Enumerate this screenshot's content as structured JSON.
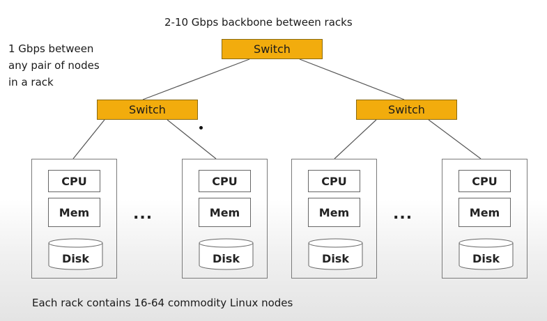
{
  "captions": {
    "backbone": "2-10 Gbps backbone between racks",
    "rack_link": [
      "1 Gbps between",
      "any pair of nodes",
      "in a rack"
    ],
    "rack_size": "Each rack contains 16-64 commodity Linux nodes"
  },
  "switches": {
    "top": "Switch",
    "left": "Switch",
    "right": "Switch"
  },
  "nodes": [
    {
      "cpu": "CPU",
      "mem": "Mem",
      "disk": "Disk"
    },
    {
      "cpu": "CPU",
      "mem": "Mem",
      "disk": "Disk"
    },
    {
      "cpu": "CPU",
      "mem": "Mem",
      "disk": "Disk"
    },
    {
      "cpu": "CPU",
      "mem": "Mem",
      "disk": "Disk"
    }
  ],
  "ellipsis": "...",
  "colors": {
    "switch_fill": "#f2ac0d",
    "line": "#555555"
  }
}
